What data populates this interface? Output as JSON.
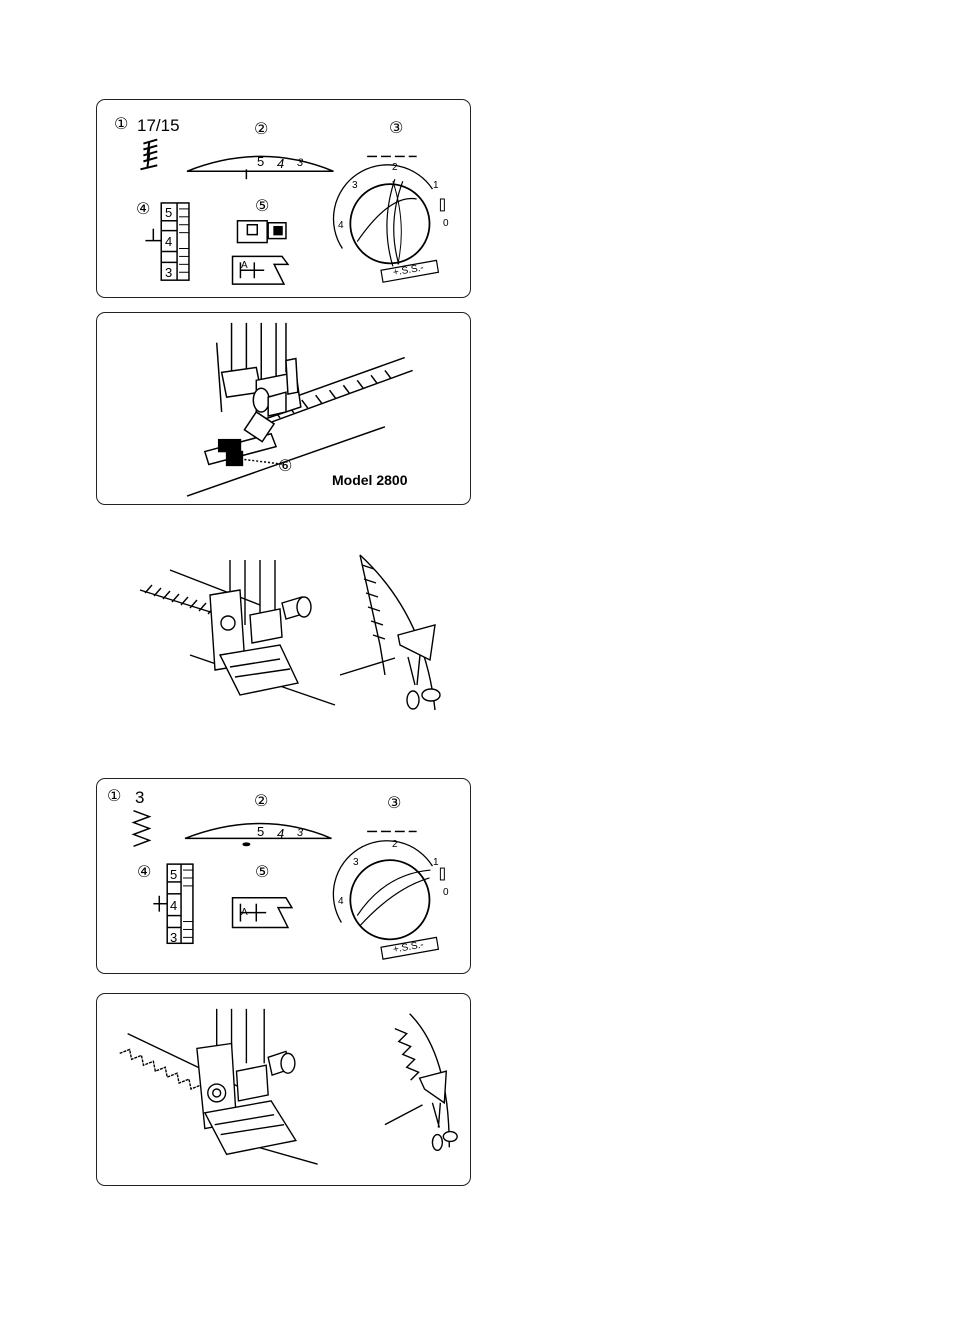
{
  "panel1": {
    "n1": "①",
    "stitch_no": "17/15",
    "n2": "②",
    "n3": "③",
    "n4": "④",
    "n5": "⑤",
    "scale_5": "5",
    "scale_4": "4",
    "scale_3": "3",
    "arc_5": "5",
    "arc_4": "4",
    "arc_3": "3",
    "dial_1": "1",
    "dial_2": "2",
    "dial_3": "3",
    "dial_4": "4",
    "dial_0": "0",
    "ss": "+.S.S.-",
    "foot": "A"
  },
  "panel2": {
    "n6": "⑥",
    "model": "Model 2800"
  },
  "panel4": {
    "n1": "①",
    "stitch_no": "3",
    "n2": "②",
    "n3": "③",
    "n4": "④",
    "n5": "⑤",
    "scale_5": "5",
    "scale_4": "4",
    "scale_3": "3",
    "arc_5": "5",
    "arc_4": "4",
    "arc_3": "3",
    "dial_1": "1",
    "dial_2": "2",
    "dial_3": "3",
    "dial_4": "4",
    "dial_0": "0",
    "ss": "+.S.S.-",
    "foot": "A"
  }
}
